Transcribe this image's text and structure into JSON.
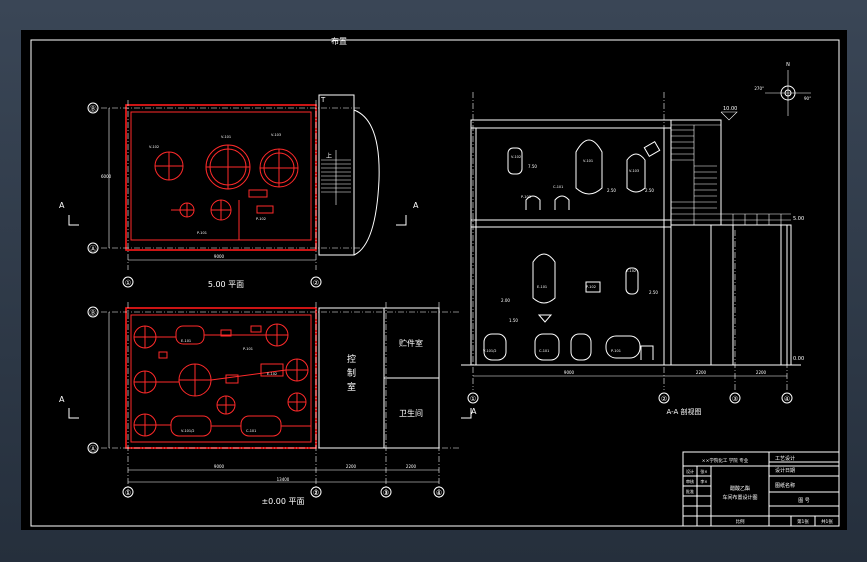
{
  "drawing": {
    "header_title": "布置",
    "plan_upper_title": "5.00 平面",
    "plan_lower_title": "±0.00 平面",
    "section_title": "A-A 剖视图",
    "section_marker": "A",
    "grid_axes": [
      "①",
      "②",
      "③",
      "④"
    ],
    "grid_rows": [
      "Ⓑ",
      "Ⓐ"
    ],
    "stair_label": "上",
    "stair_marker": "T",
    "rooms": {
      "control_room": "控制室",
      "spare_parts": "贮件室",
      "toilet": "卫生间"
    },
    "elevations": {
      "roof": "10.00",
      "floor2": "5.00",
      "ground": "0.00",
      "platform": "5.00",
      "level_a": "7.50",
      "level_b": "2.50",
      "level_c": "1.50",
      "level_d": "2.00"
    },
    "dimensions": {
      "span_main": "9000",
      "span_ab": "2200",
      "span_cd": "2200",
      "total": "13400",
      "depth": "6000"
    },
    "equipment_tags": [
      "V-102",
      "V-103",
      "V-101",
      "E-101",
      "C-101",
      "P-101",
      "P-102",
      "E-102",
      "V-101/2",
      "P-103"
    ],
    "north_labels": {
      "n": "N",
      "deg1": "270°",
      "deg2": "90°"
    }
  },
  "title_block": {
    "row1_left": "××学院化工 学院 专业",
    "row1_right": "工艺设计",
    "row2_right": "设计日期",
    "row3_right": "图纸名称",
    "designer_label": "设计",
    "checker_label": "审核",
    "approver_label": "批准",
    "project_name": "醋酸乙酯",
    "drawing_name": "车间布置设计图",
    "drawing_no_label": "图 号",
    "scale_label": "比例",
    "sheet_label": "第1张",
    "sheets_label": "共1张",
    "designer_name": "张×",
    "checker_name": "李×"
  }
}
